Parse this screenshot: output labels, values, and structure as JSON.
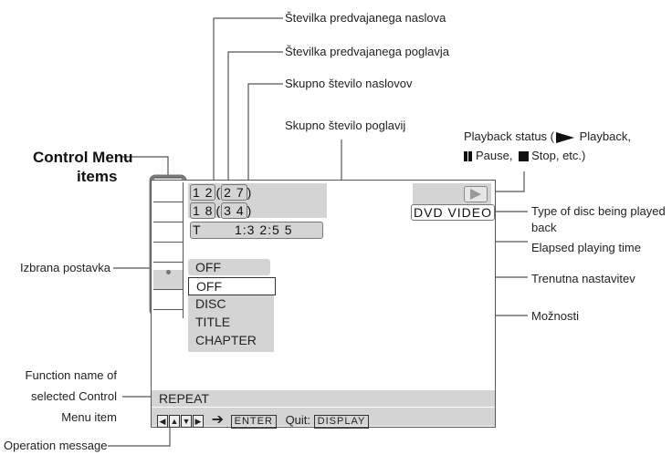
{
  "callouts": {
    "title_number": "Številka predvajanega naslova",
    "chapter_number": "Številka predvajanega poglavja",
    "total_titles": "Skupno število naslovov",
    "total_chapters": "Skupno število poglavij",
    "playback_status_line1": "Playback status (",
    "playback_status_line1b": " Playback,",
    "playback_status_line2a": "Pause,",
    "playback_status_line2b": "Stop, etc.)",
    "disc_type_line1": "Type of disc being played",
    "disc_type_line2": "back",
    "elapsed_time": "Elapsed playing time",
    "current_setting": "Trenutna nastavitev",
    "options": "Možnosti",
    "control_menu_line1": "Control Menu",
    "control_menu_line2": "items",
    "selected_item": "Izbrana postavka",
    "function_name_line1": "Function name of",
    "function_name_line2": "selected Control",
    "function_name_line3": "Menu item",
    "operation_message": "Operation message"
  },
  "screen": {
    "title_num": "1 2",
    "title_total": "2 7",
    "chapter_num": "1 8",
    "chapter_total": "3 4",
    "time_mode": "T",
    "time": "1:3 2:5 5",
    "disc_type": "DVD VIDEO",
    "current_value": "OFF",
    "options": [
      "OFF",
      "DISC",
      "TITLE",
      "CHAPTER"
    ],
    "function_name": "REPEAT",
    "enter_key": "ENTER",
    "quit_label": "Quit:",
    "display_key": "DISPLAY"
  },
  "colors": {
    "screen_gray": "#d4d4d4",
    "line": "#555555"
  },
  "icons": [
    "play-icon",
    "pause-icon",
    "stop-icon",
    "arrow-right-icon"
  ]
}
